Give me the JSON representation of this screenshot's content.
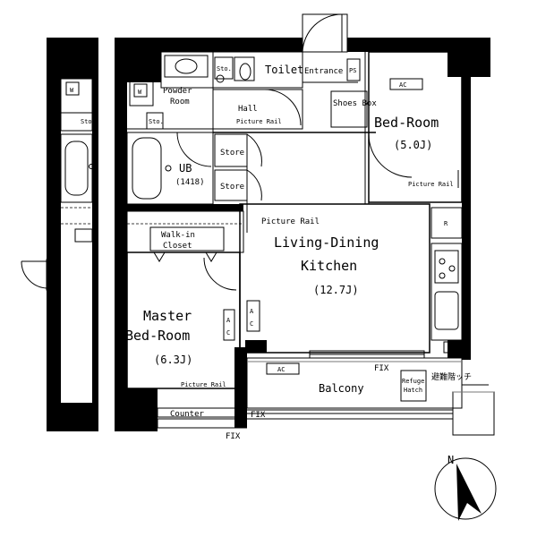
{
  "rooms": {
    "toilet": "Toilet",
    "entrance": "Entrance",
    "ps": "PS",
    "storage_top": "Sto.",
    "powder_room_line1": "Powder",
    "powder_room_line2": "Room",
    "hall": "Hall",
    "picture_rail_hall": "Picture Rail",
    "shoes_box": "Shoes Box",
    "bedroom_name": "Bed-Room",
    "bedroom_size": "(5.0J)",
    "bedroom_ac": "AC",
    "bedroom_picture_rail": "Picture Rail",
    "sto_left": "Sto.",
    "sto_mid": "Sto.",
    "ub": "UB",
    "ub_size": "(1418)",
    "store_upper": "Store",
    "store_lower": "Store",
    "picture_rail_ldk": "Picture Rail",
    "walkin_line1": "Walk-in",
    "walkin_line2": "Closet",
    "ldk_line1": "Living-Dining",
    "ldk_line2": "Kitchen",
    "ldk_size": "(12.7J)",
    "master_line1": "Master",
    "master_line2": "Bed-Room",
    "master_size": "(6.3J)",
    "master_picture_rail": "Picture Rail",
    "fix_window": "FIX",
    "balcony_ac": "AC",
    "balcony": "Balcony",
    "refuge_line1": "Refuge",
    "refuge_line2": "Hatch",
    "escape_ladder": "避難階ッチ",
    "counter": "Counter",
    "fix_counter": "FIX",
    "fix_bottom": "FIX",
    "fridge_mark": "R",
    "ac_vertical_a": "A",
    "ac_vertical_c": "C",
    "w_mark": "W"
  },
  "compass": {
    "label": "N"
  }
}
